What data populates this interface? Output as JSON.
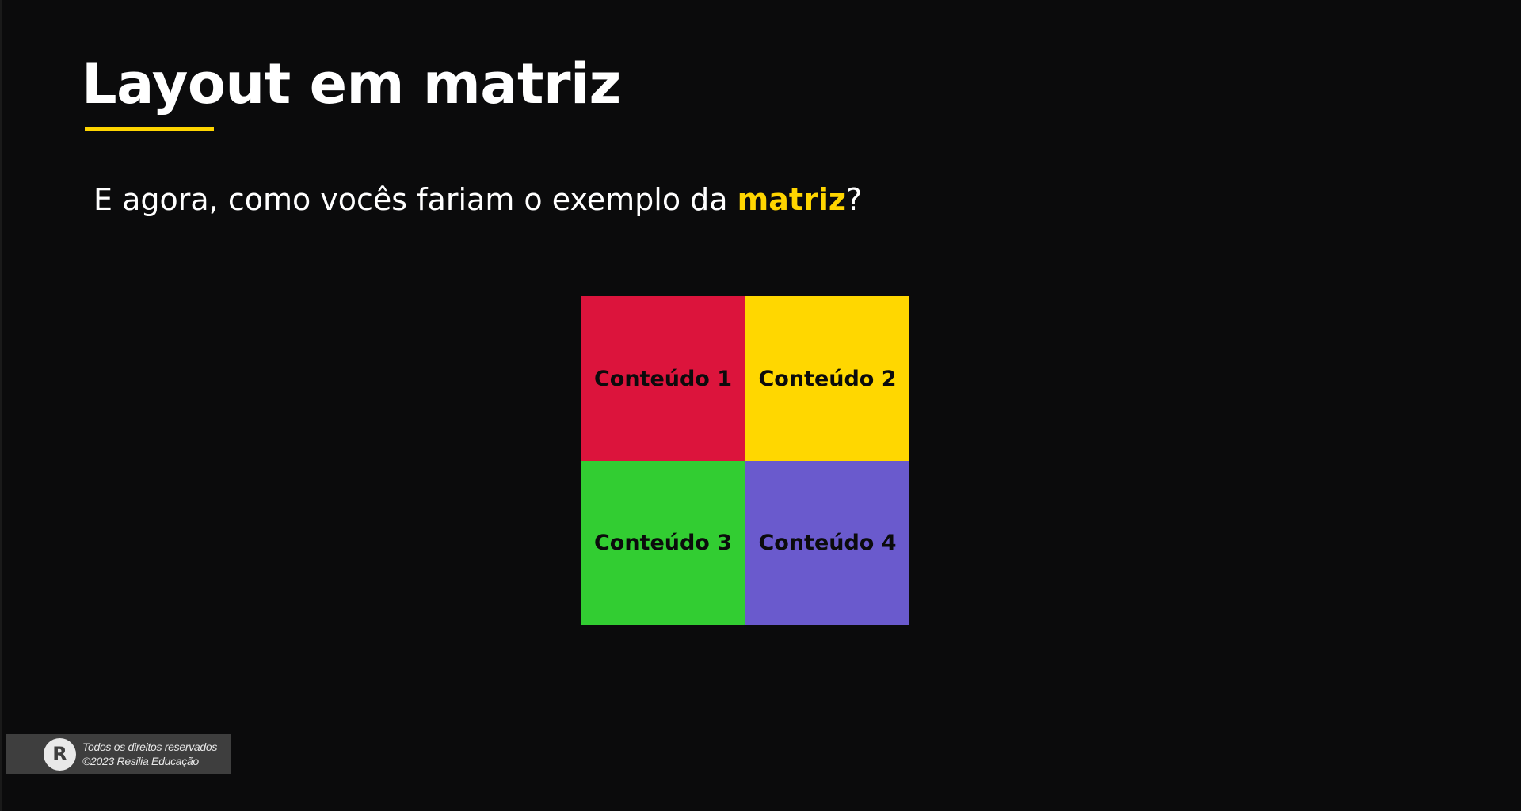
{
  "slide": {
    "title": "Layout em matriz",
    "question": {
      "before": "E agora, como vocês fariam o exemplo da ",
      "highlight": "matriz",
      "after": "?"
    }
  },
  "matrix": {
    "cells": [
      {
        "label": "Conteúdo 1",
        "color": "#dc143c"
      },
      {
        "label": "Conteúdo 2",
        "color": "#ffd700"
      },
      {
        "label": "Conteúdo 3",
        "color": "#32cd32"
      },
      {
        "label": "Conteúdo 4",
        "color": "#6a5acd"
      }
    ]
  },
  "footer": {
    "logo_letter": "R",
    "rights": "Todos os direitos reservados",
    "copyright": "©2023 Resilia Educação"
  },
  "colors": {
    "background": "#0b0b0c",
    "accent": "#ffd500",
    "text": "#ffffff"
  }
}
